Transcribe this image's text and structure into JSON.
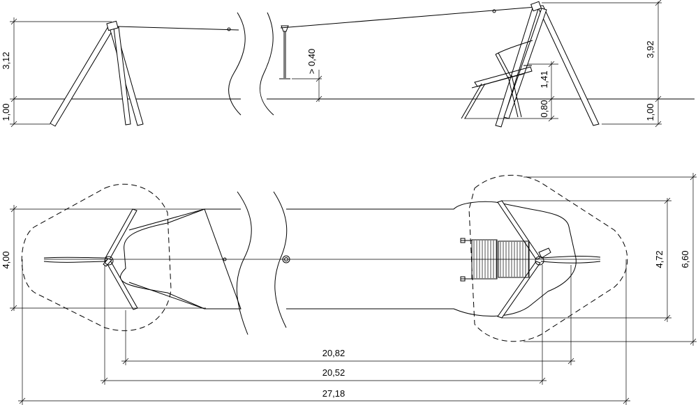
{
  "dimensions": {
    "side_height_left": "3,12",
    "side_base_left": "1,00",
    "handle_clearance": "> 0,40",
    "platform_height": "1,41",
    "platform_base": "0,80",
    "side_height_right": "3,92",
    "side_base_right": "1,00",
    "plan_width_left": "4,00",
    "plan_width_inner": "4,72",
    "plan_width_outer": "6,60",
    "length_a": "20,82",
    "length_b": "20,52",
    "length_total": "27,18"
  }
}
